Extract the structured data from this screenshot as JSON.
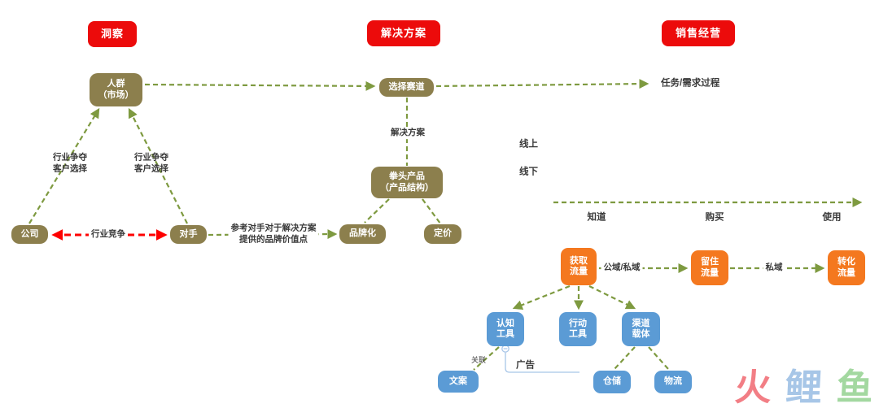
{
  "headers": {
    "insight": "洞察",
    "solution": "解决方案",
    "sales": "销售经营"
  },
  "nodes": {
    "audience": "人群\n（市场）",
    "company": "公司",
    "rival": "对手",
    "track": "选择赛道",
    "product": "拳头产品\n（产品结构）",
    "branding": "品牌化",
    "pricing": "定价",
    "acquire": "获取\n流量",
    "retain": "留住\n流量",
    "convert": "转化\n流量",
    "cognition": "认知\n工具",
    "action": "行动\n工具",
    "channel": "渠道\n载体",
    "copywriting": "文案",
    "warehouse": "仓储",
    "logistics": "物流"
  },
  "labels": {
    "compete_left": "行业争夺\n客户选择",
    "compete_right": "行业争夺\n客户选择",
    "industry_competition": "行业竞争",
    "reference": "参考对手对于解决方案\n提供的品牌价值点",
    "solution_line": "解决方案",
    "task_process": "任务/需求过程",
    "online": "线上",
    "offline": "线下",
    "know": "知道",
    "buy": "购买",
    "use": "使用",
    "public_private": "公域/私域",
    "private_domain": "私域",
    "relation": "关联",
    "ad": "广告"
  },
  "watermark": {
    "chars": [
      "火",
      "鲤",
      "鱼"
    ]
  },
  "colors": {
    "header_red": "#EC0B0B",
    "olive": "#8C7F4D",
    "orange": "#F4781F",
    "blue": "#5B9BD5",
    "edge_green": "#7E9A40",
    "edge_red": "#FE0000",
    "callout_blue": "#A8C6E8"
  }
}
